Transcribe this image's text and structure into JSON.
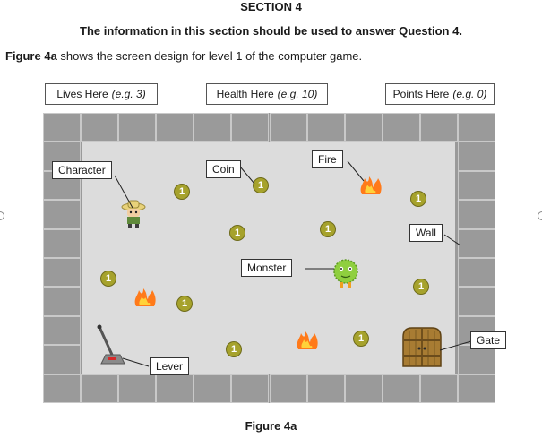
{
  "section": "SECTION 4",
  "subtitle": "The information in this section should be used to answer Question 4.",
  "intro": {
    "fig_ref": "Figure 4a",
    "text": " shows the screen design for level 1 of the computer game."
  },
  "hud": {
    "lives": {
      "label": "Lives Here",
      "example": "(e.g. 3)"
    },
    "health": {
      "label": "Health Here",
      "example": "(e.g. 10)"
    },
    "points": {
      "label": "Points Here",
      "example": "(e.g. 0)"
    }
  },
  "labels": {
    "character": "Character",
    "coin": "Coin",
    "fire": "Fire",
    "wall": "Wall",
    "monster": "Monster",
    "lever": "Lever",
    "gate": "Gate"
  },
  "coin_value": "1",
  "caption": "Figure 4a",
  "colors": {
    "wall": "#9a9a9a",
    "floor": "#dcdcdc",
    "coin": "#a6a22c",
    "monster": "#8fcf3f",
    "gate": "#a87c33",
    "fire": "#ff8a1f"
  },
  "icons": [
    "character-icon",
    "fire-icon",
    "monster-icon",
    "lever-icon",
    "gate-icon",
    "coin-icon"
  ]
}
